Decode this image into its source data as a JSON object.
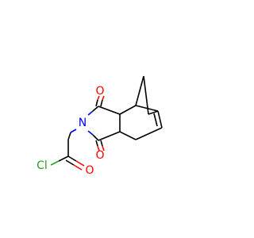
{
  "structure": {
    "atoms": {
      "n": {
        "label": "N",
        "color": "#0000ff"
      },
      "o_top": {
        "label": "O",
        "color": "#ff0000"
      },
      "o_bottom": {
        "label": "O",
        "color": "#ff0000"
      },
      "o_acyl": {
        "label": "O",
        "color": "#ff0000"
      },
      "cl": {
        "label": "Cl",
        "color": "#22a022"
      }
    }
  }
}
